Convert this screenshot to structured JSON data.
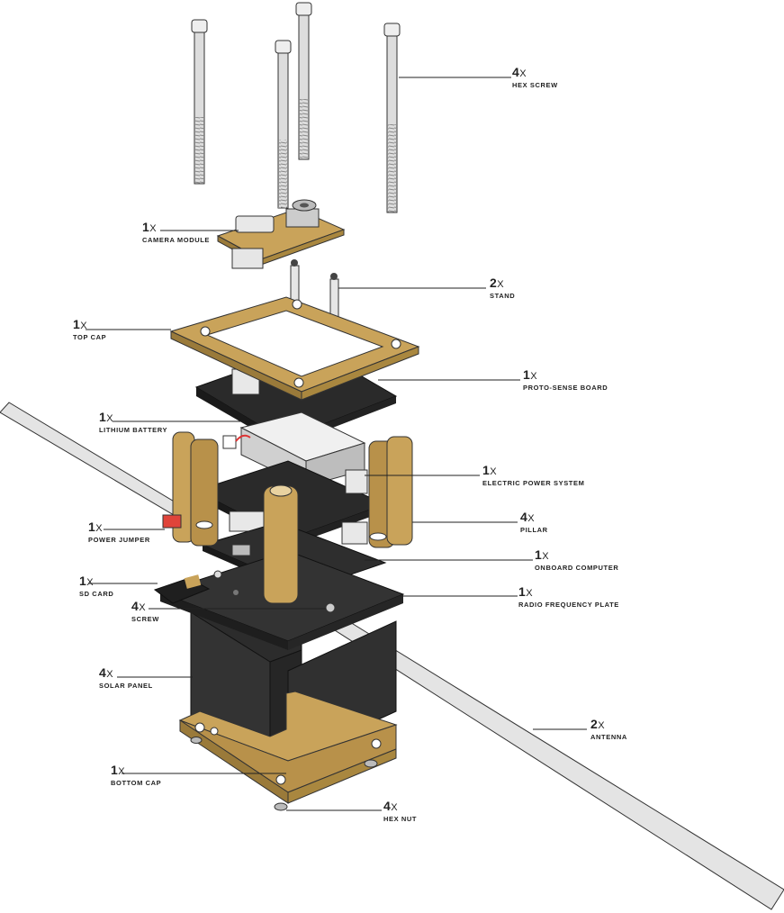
{
  "colors": {
    "gold": "#c9a35a",
    "gold_dark": "#9a7a3a",
    "board": "#2a2a2a",
    "panel": "#2c2c2c",
    "metal": "#d8d8d8",
    "red": "#e0443a",
    "line": "#222222"
  },
  "labels": {
    "hex_screw": {
      "qty": "4",
      "x": "X",
      "name": "HEX SCREW"
    },
    "camera_module": {
      "qty": "1",
      "x": "X",
      "name": "CAMERA MODULE"
    },
    "stand": {
      "qty": "2",
      "x": "X",
      "name": "STAND"
    },
    "top_cap": {
      "qty": "1",
      "x": "X",
      "name": "TOP CAP"
    },
    "proto_sense_board": {
      "qty": "1",
      "x": "X",
      "name": "PROTO-SENSE BOARD"
    },
    "lithium_battery": {
      "qty": "1",
      "x": "X",
      "name": "LITHIUM BATTERY"
    },
    "electric_power_system": {
      "qty": "1",
      "x": "X",
      "name": "ELECTRIC POWER SYSTEM"
    },
    "pillar": {
      "qty": "4",
      "x": "X",
      "name": "PILLAR"
    },
    "power_jumper": {
      "qty": "1",
      "x": "X",
      "name": "POWER JUMPER"
    },
    "onboard_computer": {
      "qty": "1",
      "x": "X",
      "name": "ONBOARD COMPUTER"
    },
    "sd_card": {
      "qty": "1",
      "x": "X",
      "name": "SD CARD"
    },
    "radio_frequency_plate": {
      "qty": "1",
      "x": "X",
      "name": "RADIO FREQUENCY PLATE"
    },
    "screw": {
      "qty": "4",
      "x": "X",
      "name": "SCREW"
    },
    "solar_panel": {
      "qty": "4",
      "x": "X",
      "name": "SOLAR PANEL"
    },
    "antenna": {
      "qty": "2",
      "x": "X",
      "name": "ANTENNA"
    },
    "bottom_cap": {
      "qty": "1",
      "x": "X",
      "name": "BOTTOM CAP"
    },
    "hex_nut": {
      "qty": "4",
      "x": "X",
      "name": "HEX NUT"
    }
  }
}
